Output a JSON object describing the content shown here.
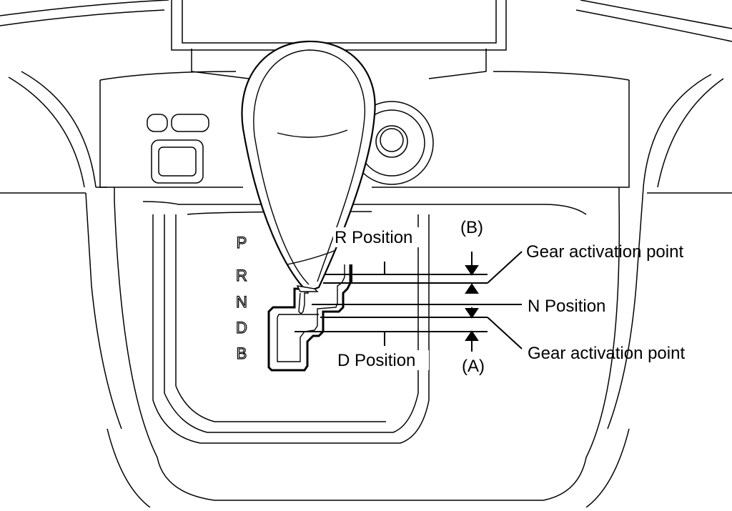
{
  "gate_letters": [
    "P",
    "R",
    "N",
    "D",
    "B"
  ],
  "labels": {
    "r_position": "R Position",
    "d_position": "D Position",
    "n_position": "N Position",
    "gear_activation_upper": "Gear activation point",
    "gear_activation_lower": "Gear activation point",
    "marker_b": "(B)",
    "marker_a": "(A)"
  },
  "colors": {
    "line": "#000000",
    "background": "#ffffff",
    "knob_fill": "#ffffff"
  }
}
